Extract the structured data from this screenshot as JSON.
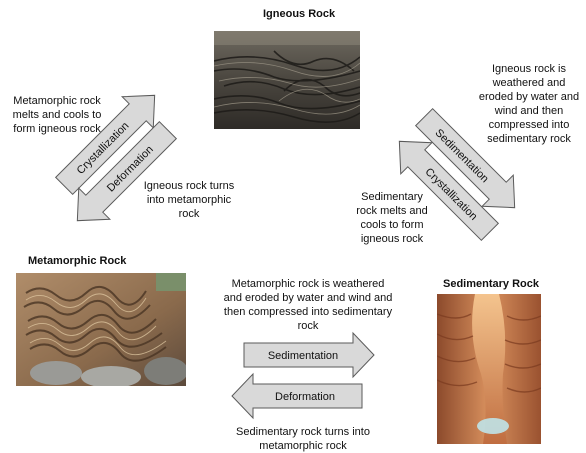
{
  "titles": {
    "igneous": "Igneous Rock",
    "metamorphic": "Metamorphic Rock",
    "sedimentary": "Sedimentary Rock"
  },
  "images": {
    "igneous": "lava-rock-photo",
    "metamorphic": "folded-metamorphic-rock-photo",
    "sedimentary": "sandstone-canyon-photo"
  },
  "arrows": {
    "left_up": "Crystallization",
    "left_down": "Deformation",
    "right_down": "Sedimentation",
    "right_up": "Crystallization",
    "bottom_right": "Sedimentation",
    "bottom_left": "Deformation"
  },
  "captions": {
    "meta_to_igneous": "Metamorphic rock melts and cools to form igneous rock",
    "igneous_to_meta": "Igneous rock turns into metamorphic rock",
    "igneous_to_sed": "Igneous rock is weathered and eroded by water and wind and then compressed into sedimentary rock",
    "sed_to_igneous": "Sedimentary rock melts and cools to form igneous rock",
    "meta_to_sed": "Metamorphic rock is weathered and eroded by water and wind and then compressed into sedimentary rock",
    "sed_to_meta": "Sedimentary rock turns into metamorphic rock"
  },
  "colors": {
    "arrow_fill": "#d9d9d9",
    "arrow_stroke": "#5a5a5a"
  }
}
